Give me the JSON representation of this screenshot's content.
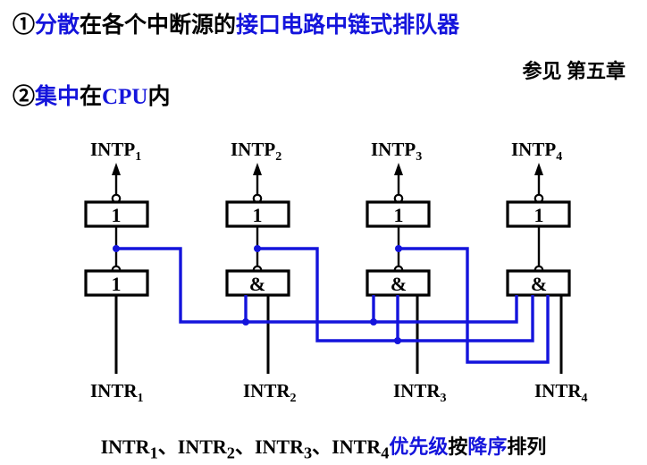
{
  "header": {
    "item1": {
      "marker": "①",
      "parts": [
        {
          "t": "分散",
          "c": "blue"
        },
        {
          "t": "在各个中断源的",
          "c": "black"
        },
        {
          "t": "接口电路中",
          "c": "blue"
        },
        {
          "t": "链式排队器",
          "c": "blue"
        }
      ]
    },
    "reference": "参见 第五章",
    "item2": {
      "marker": "②",
      "parts": [
        {
          "t": "集中",
          "c": "blue"
        },
        {
          "t": "在",
          "c": "black"
        },
        {
          "t": "CPU",
          "c": "blue"
        },
        {
          "t": "内",
          "c": "black"
        }
      ]
    }
  },
  "diagram": {
    "title": "interrupt-priority-chain-circuit",
    "colors": {
      "wire": "#1414dc",
      "signal": "#000000",
      "gate_border": "#000000"
    },
    "columns": [
      {
        "id": 1,
        "output_label": "INTP",
        "output_sub": "1",
        "input_label": "INTR",
        "input_sub": "1",
        "top_gate": "1",
        "bottom_gate": "1",
        "bottom_gate_inputs": 1
      },
      {
        "id": 2,
        "output_label": "INTP",
        "output_sub": "2",
        "input_label": "INTR",
        "input_sub": "2",
        "top_gate": "1",
        "bottom_gate": "&",
        "bottom_gate_inputs": 2
      },
      {
        "id": 3,
        "output_label": "INTP",
        "output_sub": "3",
        "input_label": "INTR",
        "input_sub": "3",
        "top_gate": "1",
        "bottom_gate": "&",
        "bottom_gate_inputs": 3
      },
      {
        "id": 4,
        "output_label": "INTP",
        "output_sub": "4",
        "input_label": "INTR",
        "input_sub": "4",
        "top_gate": "1",
        "bottom_gate": "&",
        "bottom_gate_inputs": 4
      }
    ]
  },
  "footer": {
    "parts": [
      {
        "t": "INTR",
        "sub": "1",
        "c": "black"
      },
      {
        "t": "、",
        "c": "black"
      },
      {
        "t": "INTR",
        "sub": "2",
        "c": "black"
      },
      {
        "t": "、",
        "c": "black"
      },
      {
        "t": "INTR",
        "sub": "3",
        "c": "black"
      },
      {
        "t": "、",
        "c": "black"
      },
      {
        "t": "INTR",
        "sub": "4",
        "c": "black"
      },
      {
        "t": "优先级",
        "c": "blue"
      },
      {
        "t": "按",
        "c": "black"
      },
      {
        "t": "降序",
        "c": "blue"
      },
      {
        "t": "排列",
        "c": "black"
      }
    ]
  }
}
